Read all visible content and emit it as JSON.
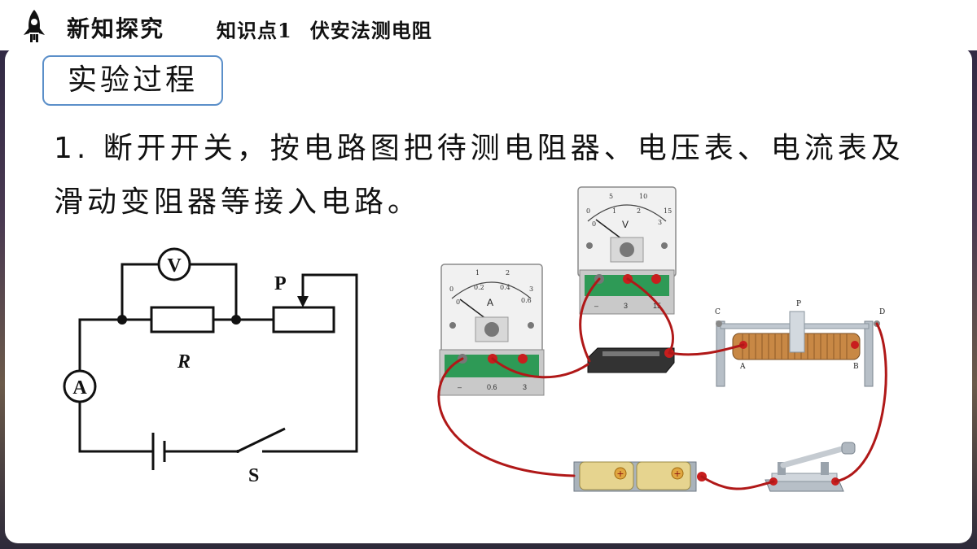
{
  "header": {
    "title": "新知探究",
    "subtitle_label": "知识点1",
    "subtitle_topic": "伏安法测电阻"
  },
  "section": {
    "label": "实验过程"
  },
  "content": {
    "step_1": "1. 断开开关，按电路图把待测电阻器、电压表、电流表及滑动变阻器等接入电路。"
  },
  "circuit": {
    "voltmeter_symbol": "V",
    "ammeter_symbol": "A",
    "resistor_label": "R",
    "slider_label": "P",
    "switch_label": "S"
  },
  "apparatus": {
    "ammeter": {
      "unit": "A",
      "scale_top": [
        "0",
        "1",
        "2",
        "3"
      ],
      "scale_bottom": [
        "0",
        "0.2",
        "0.4",
        "0.6"
      ],
      "terminals": [
        "–",
        "0.6",
        "3"
      ]
    },
    "voltmeter": {
      "unit": "V",
      "scale_top": [
        "0",
        "5",
        "10",
        "15"
      ],
      "scale_bottom": [
        "0",
        "1",
        "2",
        "3"
      ],
      "terminals": [
        "–",
        "3",
        "15"
      ]
    },
    "rheostat_terminals": [
      "C",
      "P",
      "D",
      "A",
      "B"
    ],
    "battery_marks": [
      "+",
      "+"
    ]
  },
  "colors": {
    "section_border": "#5b8fc9",
    "wire": "#b01818",
    "meter_base": "#2e9a56"
  }
}
